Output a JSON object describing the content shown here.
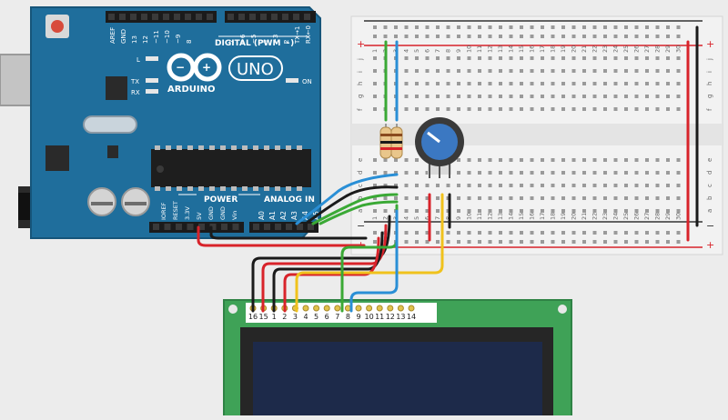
{
  "arduino": {
    "brand": "ARDUINO",
    "model": "UNO",
    "digital_header_label": "DIGITAL (PWM ~)",
    "power_label": "POWER",
    "analog_label": "ANALOG IN",
    "led_labels": [
      "L",
      "TX",
      "RX"
    ],
    "on_label": "ON",
    "top_pin_labels": [
      "AREF",
      "GND",
      "13",
      "12",
      "~11",
      "~10",
      "~9",
      "8",
      "7",
      "~6",
      "~5",
      "4",
      "~3",
      "2",
      "TX→1",
      "RX←0"
    ],
    "power_pin_labels": [
      "IOREF",
      "RESET",
      "3.3V",
      "5V",
      "GND",
      "GND",
      "Vin"
    ],
    "analog_pin_labels": [
      "A0",
      "A1",
      "A2",
      "A3",
      "A4",
      "A5"
    ]
  },
  "breadboard": {
    "row_letters_top": [
      "j",
      "i",
      "h",
      "g",
      "f"
    ],
    "row_letters_bottom": [
      "e",
      "d",
      "c",
      "b",
      "a"
    ],
    "column_numbers": [
      "1",
      "2",
      "3",
      "4",
      "5",
      "6",
      "7",
      "8",
      "9",
      "10",
      "11",
      "12",
      "13",
      "14",
      "15",
      "16",
      "17",
      "18",
      "19",
      "20",
      "21",
      "22",
      "23",
      "24",
      "25",
      "26",
      "27",
      "28",
      "29",
      "30"
    ],
    "rail_plus": "+",
    "rail_minus": "−"
  },
  "lcd": {
    "pin_labels": [
      "16",
      "15",
      "1",
      "2",
      "3",
      "4",
      "5",
      "6",
      "7",
      "8",
      "9",
      "10",
      "11",
      "12",
      "13",
      "14"
    ]
  },
  "colors": {
    "arduino_board": "#1f6e9c",
    "breadboard": "#f2f2f2",
    "lcd_pcb": "#3fa257",
    "lcd_screen": "#1d2a4a",
    "wire_red": "#d8232a",
    "wire_black": "#1a1a1a",
    "wire_green": "#3aa935",
    "wire_blue": "#2a8fd6",
    "wire_yellow": "#f0c21c",
    "potentiometer": "#3b78c2"
  }
}
